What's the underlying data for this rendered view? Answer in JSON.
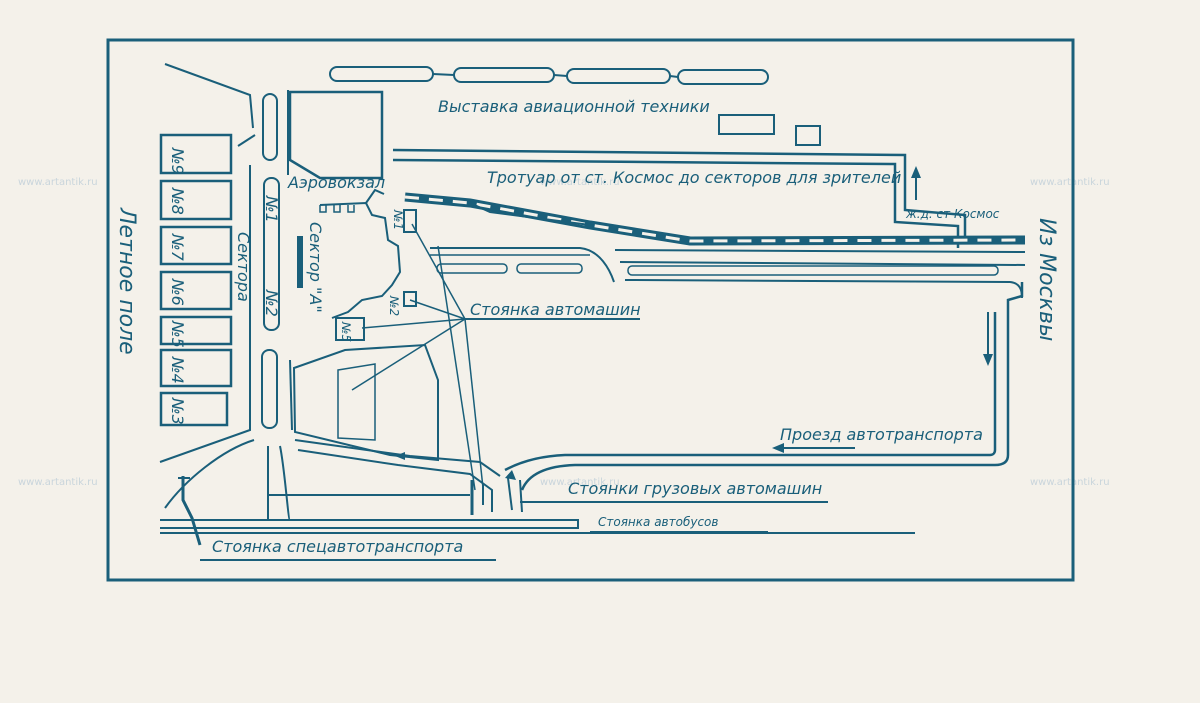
{
  "map": {
    "labels": {
      "exhibition": "Выставка авиационной техники",
      "sidewalk": "Тротуар от ст. Космос до секторов для зрителей",
      "rail_station": "ж.д. ст Космос",
      "from_moscow": "Из Москвы",
      "terminal": "Аэровокзал",
      "sectors": "Сектора",
      "sector_a": "Сектор \"А\"",
      "summer_field": "Летное поле",
      "car_parking": "Стоянка автомашин",
      "vehicle_passage": "Проезд автотранспорта",
      "truck_parking": "Стоянки грузовых автомашин",
      "bus_parking": "Стоянка автобусов",
      "special_parking": "Стоянка спецавтотранспорта"
    },
    "sectors": [
      "№9",
      "№8",
      "№7",
      "№6",
      "№5",
      "№4",
      "№3"
    ],
    "road_markers": [
      "№1",
      "№2"
    ],
    "lot_markers": [
      "№1",
      "№2",
      "№5"
    ],
    "watermark": "www.artantik.ru"
  },
  "colors": {
    "ink": "#1a5f7a",
    "paper": "#f4f1ea"
  }
}
